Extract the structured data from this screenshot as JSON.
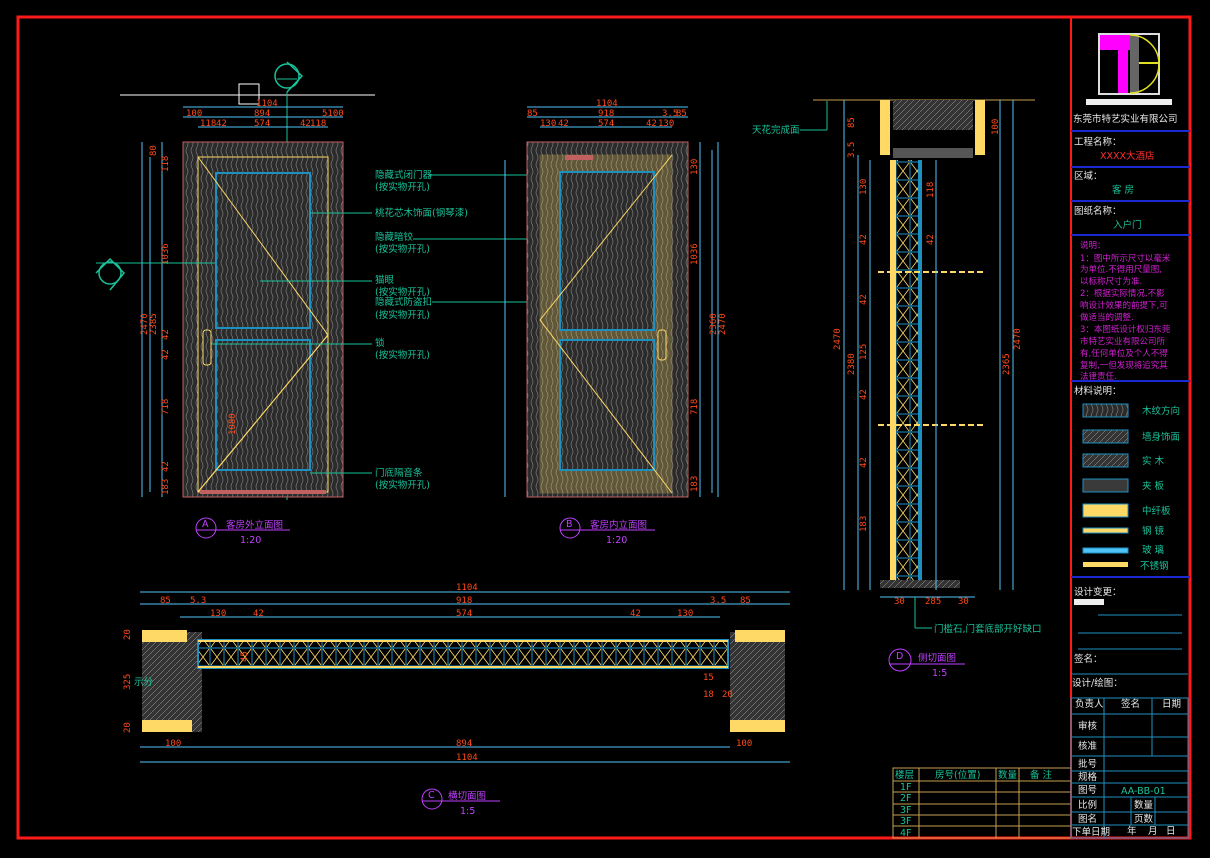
{
  "company": {
    "name": "东莞市特艺实业有限公司"
  },
  "title_block": {
    "project_label": "工程名称：",
    "project_value": "XXXX大酒店",
    "area_label": "区域：",
    "area_value": "客 房",
    "drawing_label": "图纸名称：",
    "drawing_value": "入户门",
    "notes_title": "说明：",
    "notes": [
      "1：图中所示尺寸以毫米",
      "为单位.不得用尺量图,",
      "以标称尺寸为准.",
      "  2：根据实际情况,不影",
      "响设计效果的前提下,可",
      "做适当的调整.",
      "3：本图纸设计权归东莞",
      "市特艺实业有限公司所",
      "有,任何单位及个人不得",
      "复制,一但发现将追究其",
      "法律责任."
    ],
    "materials_title": "材料说明：",
    "materials": [
      {
        "label": "木纹方向",
        "swatch": "#555555"
      },
      {
        "label": "墙身饰面",
        "swatch": "#666666"
      },
      {
        "label": "实 木",
        "swatch": "#444444"
      },
      {
        "label": "夹 板",
        "swatch": "#3a3a3a"
      },
      {
        "label": "中纤板",
        "swatch": "#ffd966"
      },
      {
        "label": "钢 镜",
        "swatch": "#ffd966"
      },
      {
        "label": "玻 璃",
        "swatch": "#4fc3f7"
      },
      {
        "label": "不锈钢",
        "swatch": "#ffd966"
      }
    ],
    "design_review": "设计变更：",
    "signature": "签名：",
    "design_drawing": "设计/绘图：",
    "table_headers": [
      "负责人",
      "签名",
      "日期"
    ],
    "rows": [
      "审核",
      "核准",
      "批号",
      "规格",
      "图号",
      "比例",
      "图名",
      "下单日期"
    ],
    "drawing_no": "AA-BB-01",
    "qty_label": "数量",
    "pages_label": "页数",
    "date_parts": [
      "年",
      "月",
      "日"
    ]
  },
  "schedule": {
    "headers": [
      "楼层",
      "房号(位置)",
      "数量",
      "备 注"
    ],
    "floors": [
      "1F",
      "2F",
      "3F",
      "3F",
      "4F"
    ]
  },
  "callouts": {
    "closer": "隐藏式闭门器",
    "closer_sub": "(按实物开孔)",
    "veneer": "桃花芯木饰面(钢琴漆)",
    "hinge": "隐藏暗铰",
    "hinge_sub": "(按实物开孔)",
    "peephole": "猫眼",
    "peephole_sub": "(按实物开孔)",
    "chain": "隐藏式防盗扣",
    "chain_sub": "(按实物开孔)",
    "lock": "锁",
    "lock_sub": "(按实物开孔)",
    "seal": "门底隔音条",
    "seal_sub": "(按实物开孔)",
    "ceiling": "天花完成面",
    "threshold": "门槛石,门套底部开好缺口",
    "wall": "示分"
  },
  "views": {
    "a": {
      "mark": "A",
      "title": "客房外立面图",
      "scale": "1:20"
    },
    "b": {
      "mark": "B",
      "title": "客房内立面图",
      "scale": "1:20"
    },
    "c": {
      "mark": "C",
      "title": "横切面图",
      "scale": "1:5"
    },
    "d": {
      "mark": "D",
      "title": "侧切面图",
      "scale": "1:5"
    }
  },
  "dims": {
    "a_top": [
      "1104",
      "100",
      "894",
      "5100",
      "118",
      "42",
      "574",
      "42",
      "118"
    ],
    "a_left": [
      "2470",
      "2385",
      "80",
      "118",
      "1036",
      "42",
      "42",
      "718",
      "42",
      "183",
      "1080"
    ],
    "b_top": [
      "1104",
      "85",
      "918",
      "3.5",
      "85",
      "130",
      "42",
      "574",
      "42",
      "130"
    ],
    "b_right": [
      "2470",
      "2360",
      "130",
      "1036",
      "718",
      "183"
    ],
    "d_left": [
      "2470",
      "2380",
      "85",
      "3.5",
      "130",
      "42",
      "42",
      "125",
      "42",
      "42",
      "183"
    ],
    "d_right": [
      "100",
      "2470",
      "2365",
      "118",
      "42"
    ],
    "d_bottom": [
      "30",
      "285",
      "30"
    ],
    "c_top": [
      "1104",
      "85",
      "5.3",
      "918",
      "3.5",
      "85",
      "130",
      "42",
      "574",
      "42",
      "130"
    ],
    "c_misc": [
      "45",
      "325",
      "20",
      "20",
      "15",
      "18",
      "20"
    ],
    "c_bottom": [
      "100",
      "894",
      "100",
      "1104"
    ]
  }
}
